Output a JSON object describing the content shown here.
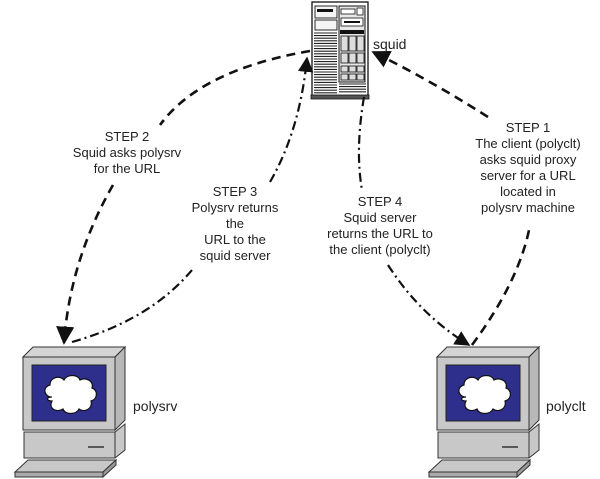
{
  "title": "Squid proxy request flow",
  "nodes": {
    "server": {
      "label": "squid",
      "type": "server-tower"
    },
    "left_pc": {
      "label": "polysrv",
      "type": "desktop-computer"
    },
    "right_pc": {
      "label": "polyclt",
      "type": "desktop-computer"
    }
  },
  "steps": [
    {
      "id": "step1",
      "title": "STEP 1",
      "lines": [
        "The client (polyclt)",
        "asks squid proxy",
        "server for a URL",
        "located in",
        "polysrv machine"
      ],
      "from": "polyclt",
      "to": "squid",
      "line_style": "dashed"
    },
    {
      "id": "step2",
      "title": "STEP 2",
      "lines": [
        "Squid asks polysrv",
        "for the URL"
      ],
      "from": "squid",
      "to": "polysrv",
      "line_style": "dashed"
    },
    {
      "id": "step3",
      "title": "STEP 3",
      "lines": [
        "Polysrv returns",
        "the",
        "URL to the",
        "squid server"
      ],
      "from": "polysrv",
      "to": "squid",
      "line_style": "dash-dot"
    },
    {
      "id": "step4",
      "title": "STEP 4",
      "lines": [
        "Squid server",
        "returns the URL to",
        "the client (polyclt)"
      ],
      "from": "squid",
      "to": "polyclt",
      "line_style": "dash-dot"
    }
  ],
  "colors": {
    "screen": "#2e2e8c",
    "casing": "#c8c8c8",
    "stroke": "#1a1a1a"
  }
}
